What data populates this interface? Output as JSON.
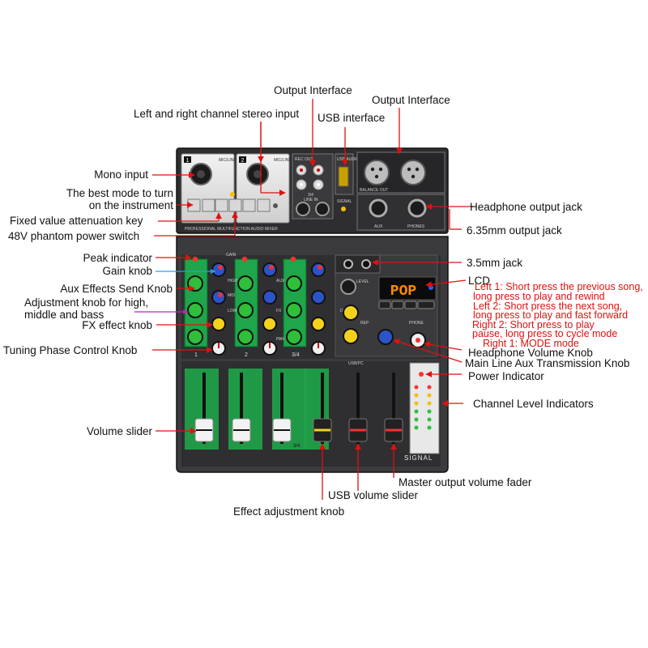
{
  "device": {
    "panel_text": "PROFESSIONAL MULTIFUNCTION AUDIO MIXER",
    "lcd_text": "POP",
    "channel_numbers": [
      "1",
      "2",
      "3/4"
    ],
    "top_channel_tags": [
      "1",
      "2"
    ],
    "jack_labels": [
      "MIC/LINE",
      "MIC/LINE",
      "REC OUT",
      "USB AUDIO",
      "BALANCE OUT",
      "3/4",
      "LINE IN",
      "AUX",
      "PHONES",
      "SIGNAL"
    ],
    "knob_labels": [
      "GAIN",
      "HIGH",
      "MID",
      "LOW",
      "AUX",
      "FX",
      "PAN",
      "LEVEL",
      "DELAY",
      "REP",
      "PHONE"
    ],
    "usb_label": "USB/PC",
    "brand_strip": "SIGNAL"
  },
  "labels": {
    "output_interface_1": "Output Interface",
    "output_interface_2": "Output Interface",
    "lr_stereo_input": "Left and right channel stereo input",
    "usb_interface": "USB interface",
    "mono_input": "Mono input",
    "best_mode_1": "The best mode to turn",
    "best_mode_2": "on the instrument",
    "fixed_attenuation": "Fixed value attenuation key",
    "phantom_power": "48V phantom power switch",
    "headphone_output_jack": "Headphone output jack",
    "output_jack_635": "6.35mm output jack",
    "peak_indicator": "Peak indicator",
    "gain_knob": "Gain knob",
    "aux_effects": "Aux Effects Send Knob",
    "adjust_1": "Adjustment knob for high,",
    "adjust_2": "middle and bass",
    "fx_effect": "FX effect knob",
    "tuning_phase": "Tuning Phase Control Knob",
    "jack_35": "3.5mm jack",
    "lcd": "LCD",
    "headphone_volume": "Headphone Volume Knob",
    "main_line_aux": "Main Line Aux Transmission Knob",
    "power_indicator": "Power Indicator",
    "channel_level": "Channel Level Indicators",
    "volume_slider": "Volume slider",
    "master_fader": "Master output volume fader",
    "usb_volume": "USB volume slider",
    "effect_adjust": "Effect adjustment knob"
  },
  "notes": {
    "left1_a": "Left 1: Short press the previous song,",
    "left1_b": "long press to play and rewind",
    "left2_a": "Left 2: Short press the next song,",
    "left2_b": "long press to play and fast forward",
    "right2_a": "Right 2: Short press to play",
    "right2_b": "pause, long press to cycle mode",
    "right1": "Right 1: MODE mode"
  },
  "colors": {
    "arrow": "#e01010",
    "gain_line": "#2aa0e0",
    "adjust_line": "#c020c0",
    "notes": "#e01010",
    "lcd_text": "#ff8a00",
    "eq_knob": "#2fbf3a",
    "fx_knob": "#f4d21c",
    "pan_knob": "#f0f0f0",
    "gain_knob": "#2b54c8"
  }
}
